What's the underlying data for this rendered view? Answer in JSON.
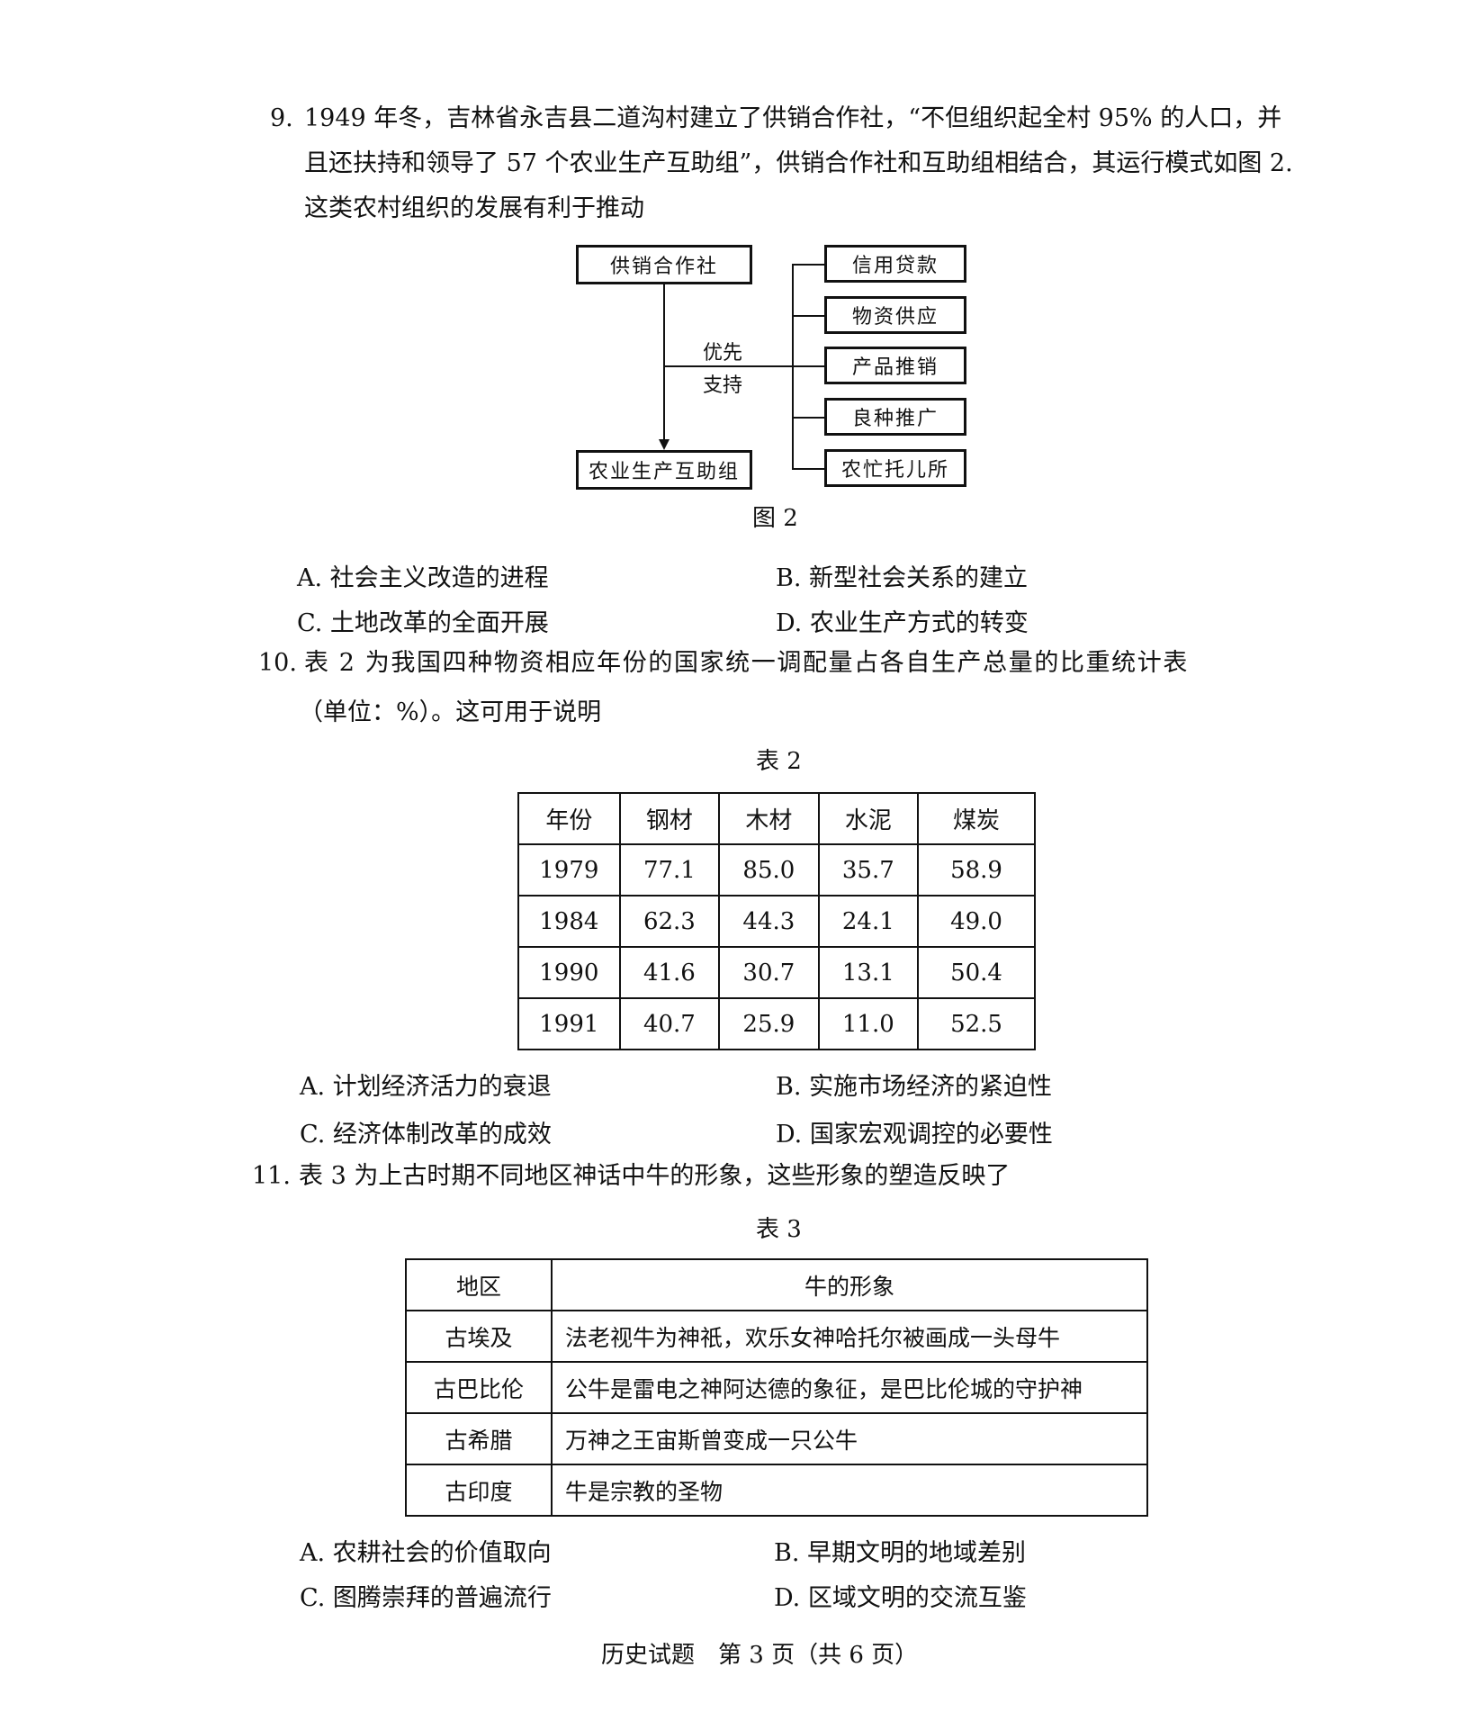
{
  "q9": {
    "number": "9.",
    "lines": [
      "1949 年冬，吉林省永吉县二道沟村建立了供销合作社，“不但组织起全村 95% 的人口，并",
      "且还扶持和领导了 57 个农业生产互助组”，供销合作社和互助组相结合，其运行模式如图 2.",
      "这类农村组织的发展有利于推动"
    ],
    "diagram": {
      "top_box": "供销合作社",
      "bottom_box": "农业生产互助组",
      "middle_label_1": "优先",
      "middle_label_2": "支持",
      "right_boxes": [
        "信用贷款",
        "物资供应",
        "产品推销",
        "良种推广",
        "农忙托儿所"
      ]
    },
    "caption": "图 2",
    "options": {
      "A": "A. 社会主义改造的进程",
      "B": "B. 新型社会关系的建立",
      "C": "C. 土地改革的全面开展",
      "D": "D. 农业生产方式的转变"
    }
  },
  "q10": {
    "number": "10.",
    "lines": [
      "表 2 为我国四种物资相应年份的国家统一调配量占各自生产总量的比重统计表",
      "（单位：%）。这可用于说明"
    ],
    "caption": "表 2",
    "table": {
      "headers": [
        "年份",
        "钢材",
        "木材",
        "水泥",
        "煤炭"
      ],
      "rows": [
        [
          "1979",
          "77.1",
          "85.0",
          "35.7",
          "58.9"
        ],
        [
          "1984",
          "62.3",
          "44.3",
          "24.1",
          "49.0"
        ],
        [
          "1990",
          "41.6",
          "30.7",
          "13.1",
          "50.4"
        ],
        [
          "1991",
          "40.7",
          "25.9",
          "11.0",
          "52.5"
        ]
      ]
    },
    "options": {
      "A": "A. 计划经济活力的衰退",
      "B": "B. 实施市场经济的紧迫性",
      "C": "C. 经济体制改革的成效",
      "D": "D. 国家宏观调控的必要性"
    }
  },
  "q11": {
    "number": "11.",
    "line": "表 3 为上古时期不同地区神话中牛的形象，这些形象的塑造反映了",
    "caption": "表 3",
    "table": {
      "headers": [
        "地区",
        "牛的形象"
      ],
      "rows": [
        [
          "古埃及",
          "法老视牛为神祇，欢乐女神哈托尔被画成一头母牛"
        ],
        [
          "古巴比伦",
          "公牛是雷电之神阿达德的象征，是巴比伦城的守护神"
        ],
        [
          "古希腊",
          "万神之王宙斯曾变成一只公牛"
        ],
        [
          "古印度",
          "牛是宗教的圣物"
        ]
      ]
    },
    "options": {
      "A": "A. 农耕社会的价值取向",
      "B": "B. 早期文明的地域差别",
      "C": "C. 图腾崇拜的普遍流行",
      "D": "D. 区域文明的交流互鉴"
    }
  },
  "footer": "历史试题　第 3 页（共 6 页）"
}
